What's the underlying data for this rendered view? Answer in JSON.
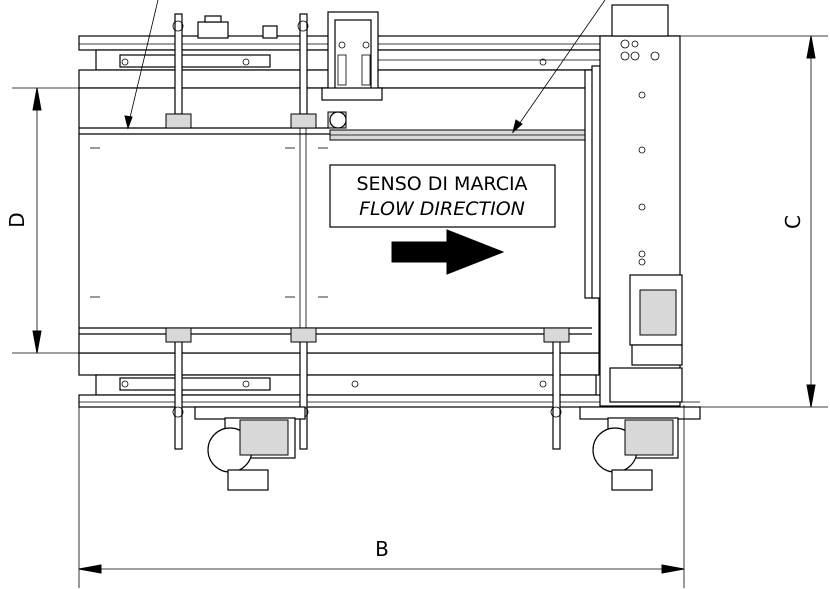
{
  "label": {
    "line1": "SENSO DI MARCIA",
    "line2": "FLOW DIRECTION"
  },
  "dimensions": {
    "b": "B",
    "c": "C",
    "d": "D"
  }
}
